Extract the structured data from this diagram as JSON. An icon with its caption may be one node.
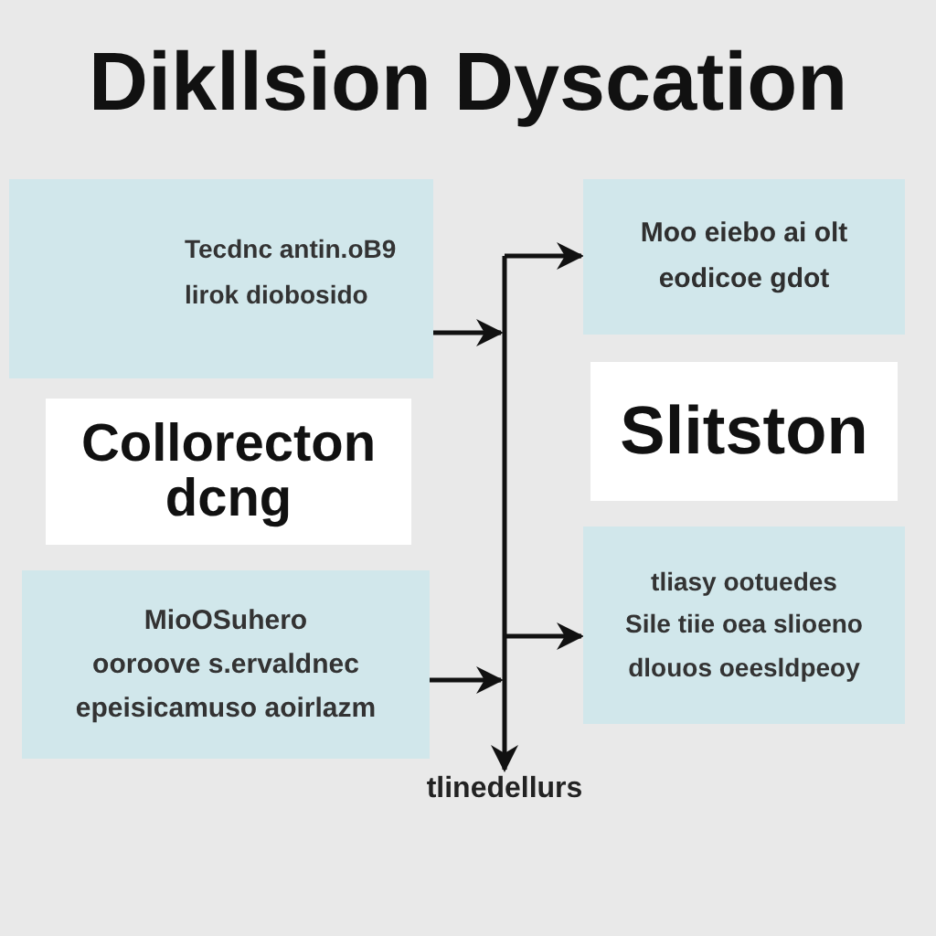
{
  "diagram": {
    "title": "Dikllsion Dyscation",
    "nodes": [
      {
        "text": [
          "Tecdnc antin.oB9 lirok diobosido"
        ]
      },
      {
        "text": [
          "Collorecton dcng"
        ]
      },
      {
        "text": [
          "MioOSuhero ooroove s.ervaldnec epeisicamuso aoirlazm"
        ]
      },
      {
        "text": [
          "Moo eiebo ai olt eodicoe gdot"
        ]
      },
      {
        "text": [
          "Slitston"
        ]
      },
      {
        "text": [
          "tliasy ootuedes Sile tiie oea slioeno dlouos oeesldpeoy"
        ]
      },
      {
        "text": [
          "tlinedellurs"
        ]
      }
    ],
    "edges": [
      {
        "from": 0,
        "to": 3,
        "arrow": "to"
      },
      {
        "from": 0,
        "to": 5,
        "arrow": "to"
      },
      {
        "from": 0,
        "to": 6,
        "arrow": "to"
      },
      {
        "from": 2,
        "to": 3,
        "arrow": "to"
      },
      {
        "from": 2,
        "to": 5,
        "arrow": "to"
      },
      {
        "from": 2,
        "to": 6,
        "arrow": "to"
      }
    ]
  }
}
